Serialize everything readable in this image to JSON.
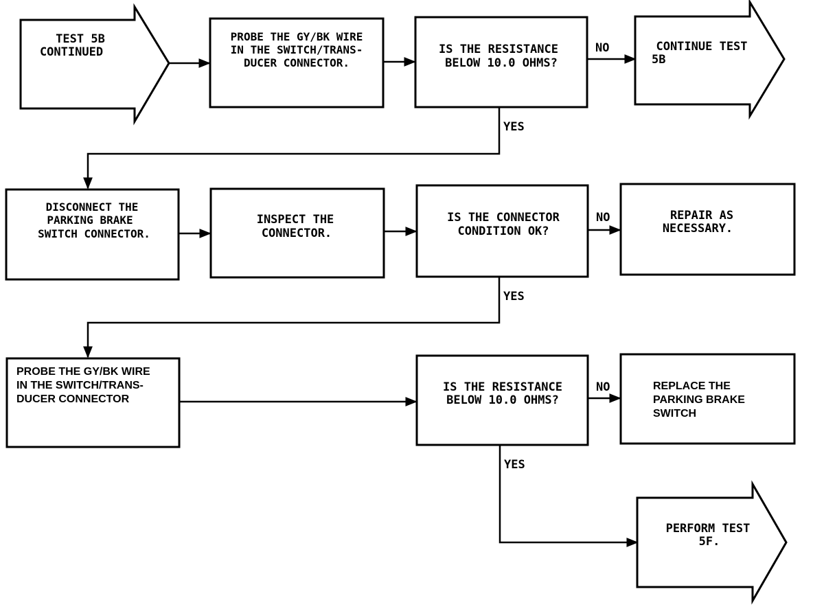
{
  "flowchart": {
    "nodes": {
      "start": {
        "lines": [
          "TEST 5B",
          "CONTINUED"
        ]
      },
      "probe1": {
        "lines": [
          "PROBE THE GY/BK WIRE",
          "IN THE SWITCH/TRANS-",
          "DUCER CONNECTOR."
        ]
      },
      "q_resistance1": {
        "lines": [
          "IS THE RESISTANCE",
          "BELOW 10.0 OHMS?"
        ]
      },
      "continue_5b": {
        "lines": [
          "CONTINUE TEST",
          "5B"
        ]
      },
      "disconnect": {
        "lines": [
          "DISCONNECT THE",
          "PARKING BRAKE",
          "SWITCH CONNECTOR."
        ]
      },
      "inspect": {
        "lines": [
          "INSPECT THE",
          "CONNECTOR."
        ]
      },
      "q_connector": {
        "lines": [
          "IS THE CONNECTOR",
          "CONDITION OK?"
        ]
      },
      "repair": {
        "lines": [
          "REPAIR AS",
          "NECESSARY."
        ]
      },
      "probe2": {
        "lines": [
          "PROBE THE GY/BK WIRE",
          "IN THE SWITCH/TRANS-",
          "DUCER CONNECTOR"
        ]
      },
      "q_resistance2": {
        "lines": [
          "IS THE RESISTANCE",
          "BELOW 10.0 OHMS?"
        ]
      },
      "replace": {
        "lines": [
          "REPLACE THE",
          "PARKING BRAKE",
          "SWITCH"
        ]
      },
      "perform_5f": {
        "lines": [
          "PERFORM TEST",
          "5F."
        ]
      }
    },
    "edge_labels": {
      "no1": "NO",
      "yes1": "YES",
      "no2": "NO",
      "yes2": "YES",
      "no3": "NO",
      "yes3": "YES"
    }
  }
}
